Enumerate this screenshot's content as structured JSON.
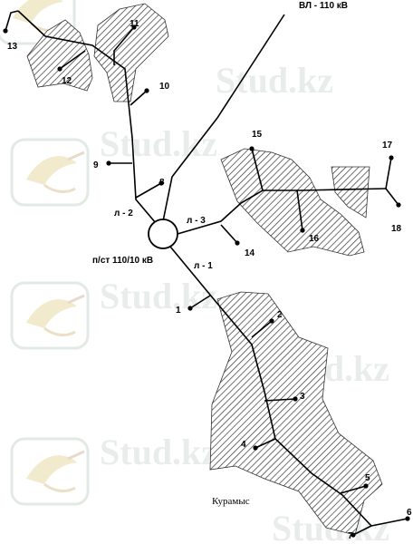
{
  "line_label": "ВЛ - 110 кВ",
  "substation_label": "п/ст 110/10 кВ",
  "feeders": {
    "l1": "л - 1",
    "l2": "л - 2",
    "l3": "л - 3"
  },
  "place_name": "Курамыс",
  "nodes": [
    "1",
    "2",
    "3",
    "4",
    "5",
    "6",
    "7",
    "8",
    "9",
    "10",
    "11",
    "12",
    "13",
    "14",
    "15",
    "16",
    "17",
    "18"
  ],
  "watermark": "Stud.kz",
  "colors": {
    "ink": "#000000",
    "watermark": "#e6ebe9"
  }
}
